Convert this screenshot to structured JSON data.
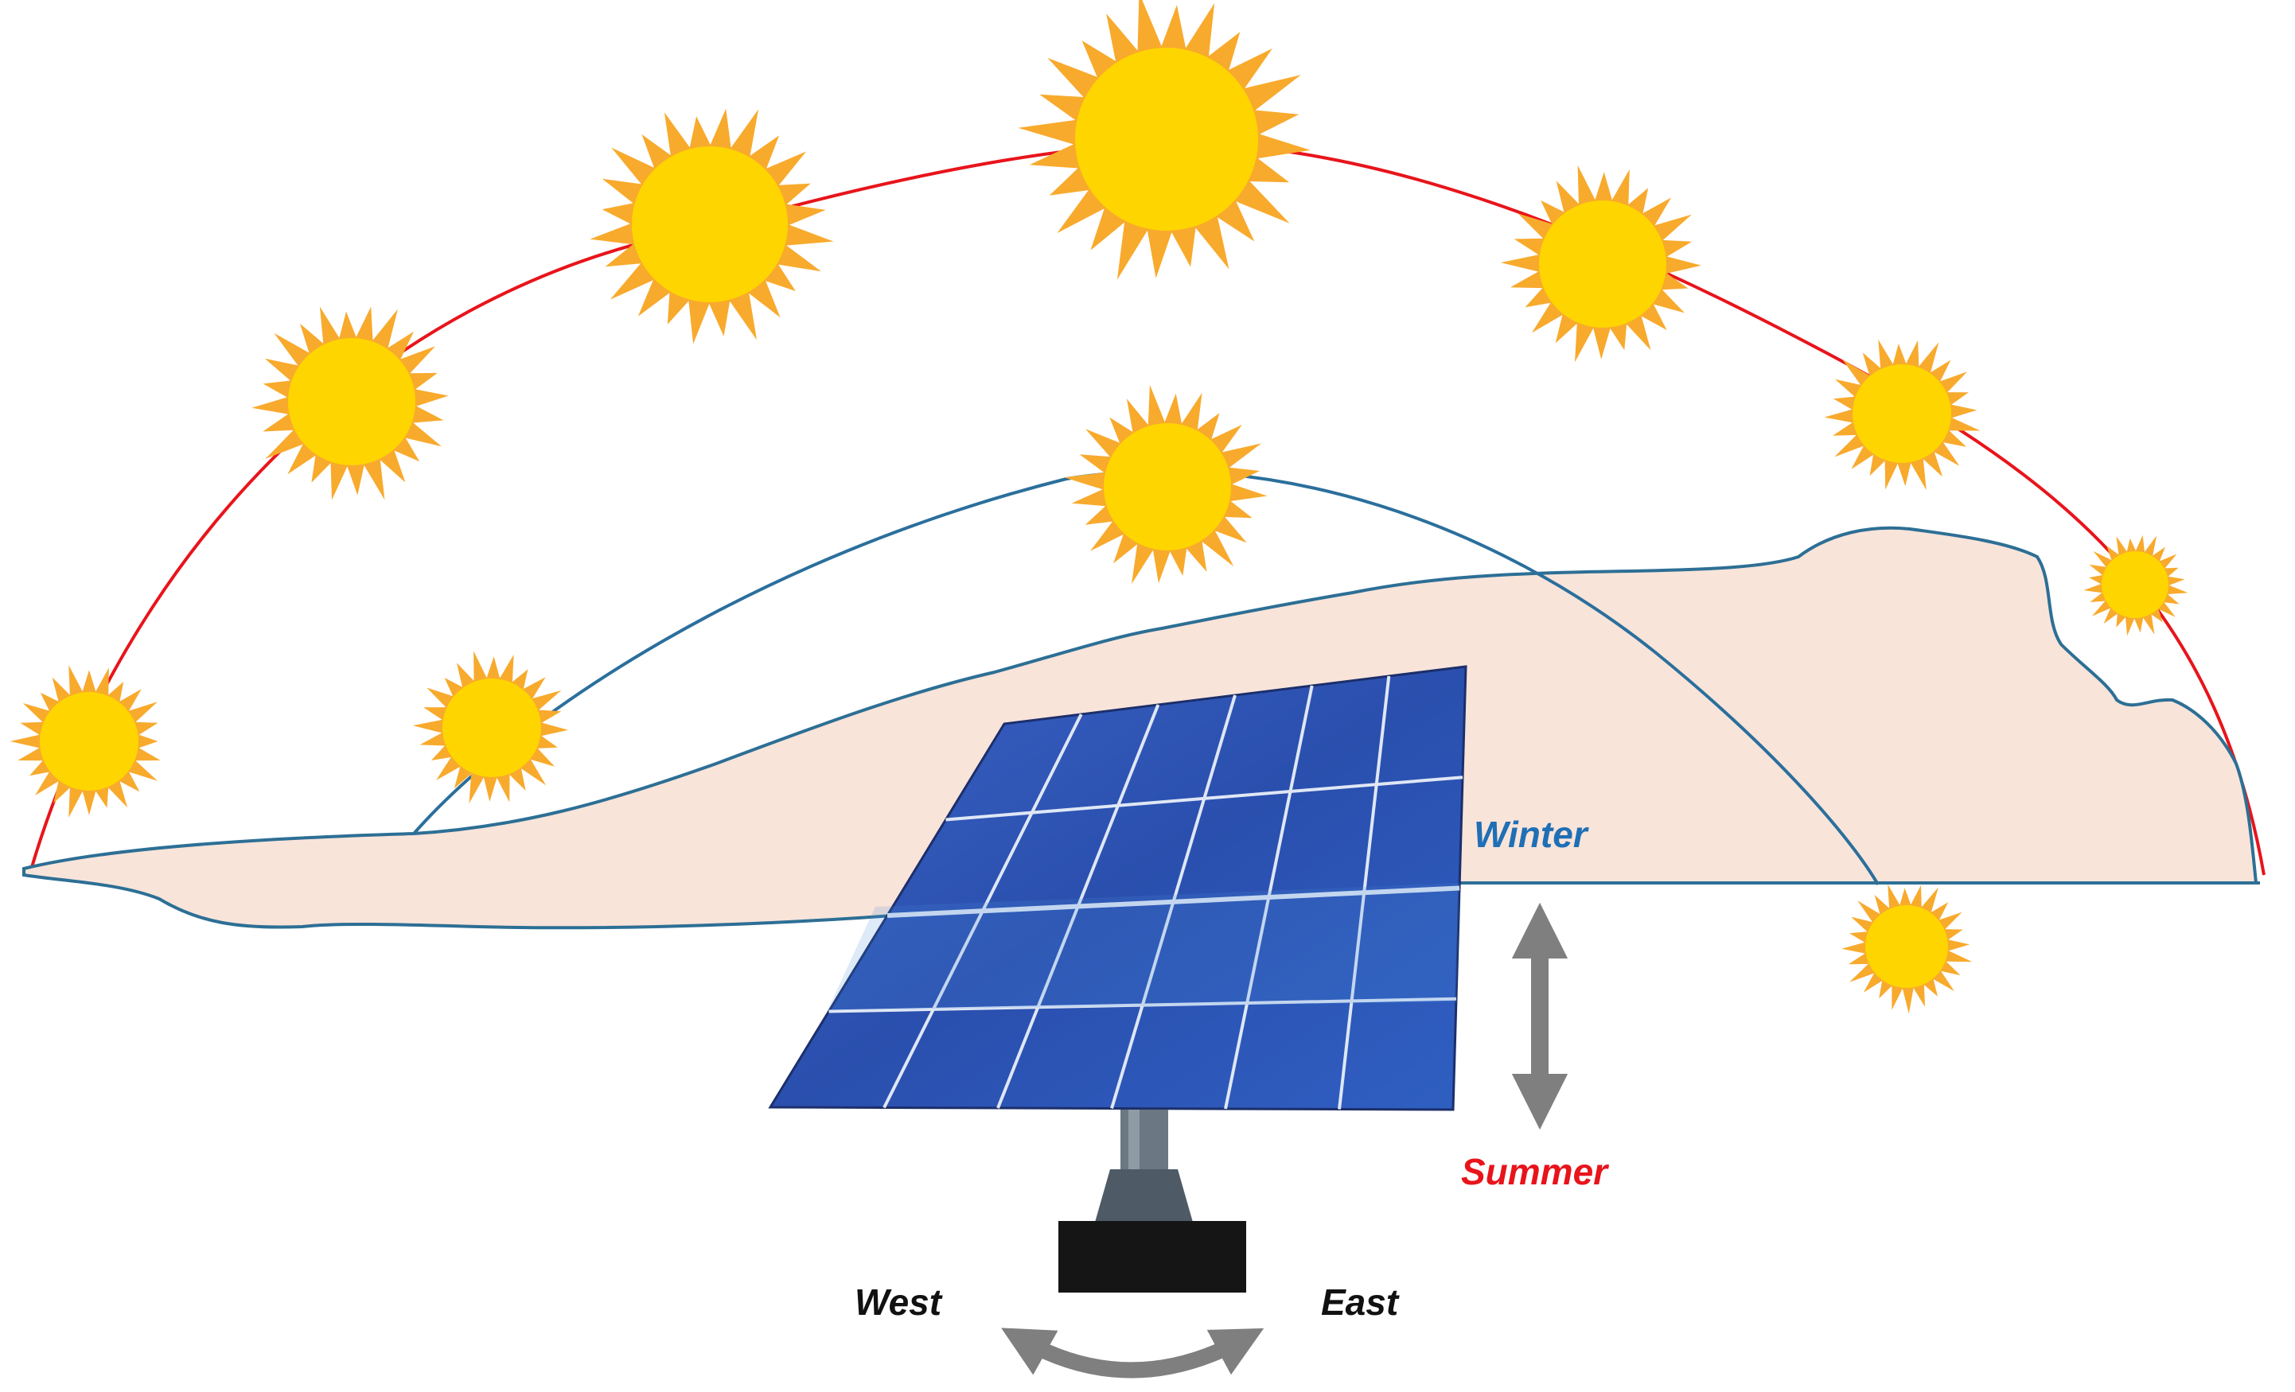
{
  "labels": {
    "winter": "Winter",
    "summer": "Summer",
    "west": "West",
    "east": "East"
  },
  "colors": {
    "summer_path": "#e8141b",
    "winter_path": "#2b6f9c",
    "winter_label": "#1f6fb5",
    "summer_label": "#e8141b",
    "direction_label": "#111111",
    "hill_fill": "#f9e4da",
    "hill_outline": "#2d6f95",
    "sun_core": "#ffd500",
    "sun_rays": "#f8aa2d",
    "panel_cell": "#2a55b5",
    "panel_grid": "#dfe7f5",
    "arrow": "#7f7f7f",
    "base": "#151515"
  },
  "icons": {
    "sun": "sun-icon",
    "solar_panel": "solar-panel-icon",
    "vertical_arrow": "double-arrow-vertical-icon",
    "rotation_arrow": "double-arrow-curved-icon"
  }
}
